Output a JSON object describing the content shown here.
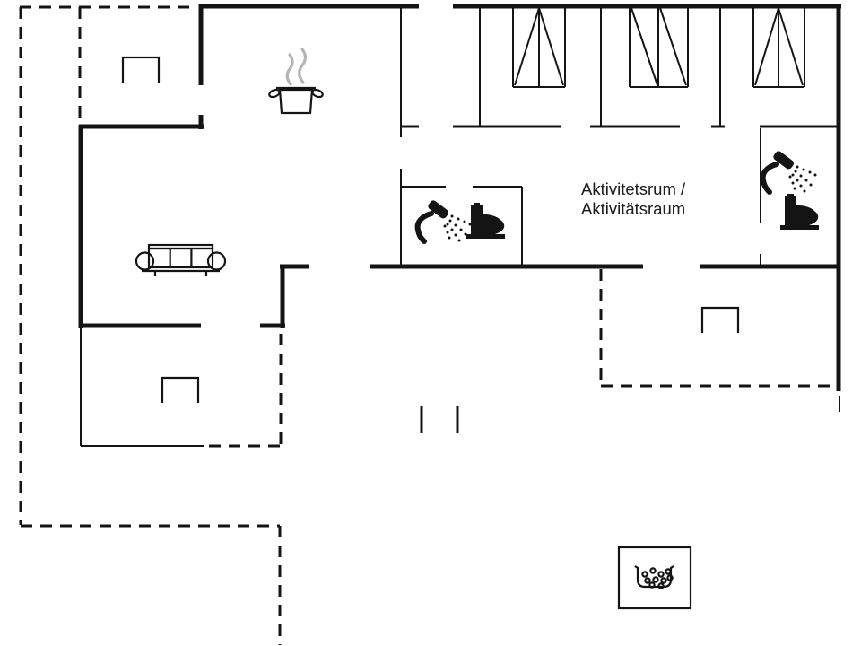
{
  "page": {
    "type": "floor-plan"
  },
  "colors": {
    "wall": "#141414",
    "steam": "#b4b4b4",
    "text": "#1b1b1b",
    "background": "#ffffff"
  },
  "rooms": {
    "activity_room": {
      "label_line1": "Aktivitetsrum /",
      "label_line2": "Aktivitätsraum"
    }
  },
  "icons": [
    {
      "name": "cooking-pot-icon",
      "area": "kitchen"
    },
    {
      "name": "steam-icon",
      "area": "kitchen"
    },
    {
      "name": "sofa-icon",
      "area": "living-room"
    },
    {
      "name": "armchair-icon",
      "area": "terrace-top-left"
    },
    {
      "name": "armchair-icon",
      "area": "terrace-bottom-left"
    },
    {
      "name": "armchair-icon",
      "area": "terrace-right"
    },
    {
      "name": "single-bed-icon",
      "area": "bedroom-1"
    },
    {
      "name": "single-bed-icon",
      "area": "bedroom-2"
    },
    {
      "name": "single-bed-icon",
      "area": "bedroom-3"
    },
    {
      "name": "shower-icon",
      "area": "bathroom-middle"
    },
    {
      "name": "toilet-icon",
      "area": "bathroom-middle"
    },
    {
      "name": "shower-icon",
      "area": "bathroom-right"
    },
    {
      "name": "toilet-icon",
      "area": "bathroom-right"
    },
    {
      "name": "whirlpool-icon",
      "area": "outdoor-bottom-right"
    },
    {
      "name": "door-step-marks",
      "area": "activity-room-south"
    }
  ]
}
